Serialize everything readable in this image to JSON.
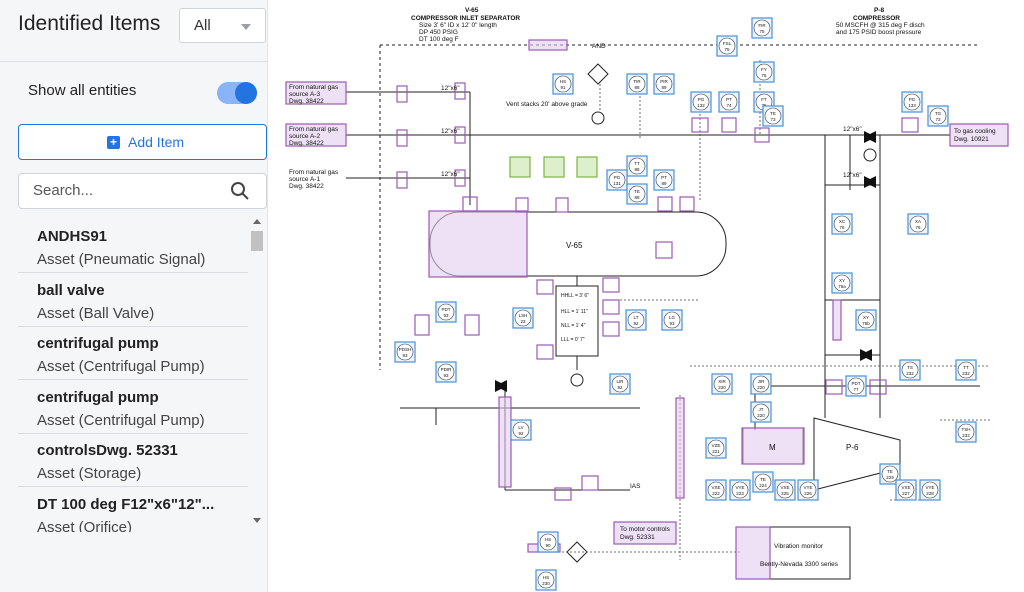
{
  "sidebar": {
    "title": "Identified Items",
    "filter": {
      "selected": "All"
    },
    "show_all": {
      "label": "Show all entities",
      "enabled": true
    },
    "add_item_label": "Add Item",
    "search_placeholder": "Search...",
    "items": [
      {
        "name": "ANDHS91",
        "type": "Asset (Pneumatic Signal)"
      },
      {
        "name": "ball valve",
        "type": "Asset (Ball Valve)"
      },
      {
        "name": "centrifugal pump",
        "type": "Asset (Centrifugal Pump)"
      },
      {
        "name": "centrifugal pump",
        "type": "Asset (Centrifugal Pump)"
      },
      {
        "name": "controlsDwg. 52331",
        "type": "Asset (Storage)"
      },
      {
        "name": "DT 100 deg F12\"x6\"12\"...",
        "type": "Asset (Orifice)"
      }
    ]
  },
  "colors": {
    "accent": "#2374e1",
    "asset_highlight": "#c39bd3",
    "instrument_highlight": "#8fc7ee",
    "valve_highlight": "#a8d86e"
  },
  "diagram": {
    "separator_title": "V-65",
    "separator_subtitle": "COMPRESSOR INLET SEPARATOR",
    "separator_specs": [
      "Size 3' 6\" ID x 12' 0\" length",
      "DP 450 PSIG",
      "DT 100 deg F"
    ],
    "compressor_title": "P-8",
    "compressor_subtitle": "COMPRESSOR",
    "compressor_specs": [
      "50 MSCFH @ 315 deg F disch",
      "and 175 PSID boost pressure"
    ],
    "vent_note": "Vent stacks 20' above grade",
    "vessel_label": "V-65",
    "pump_label": "P-6",
    "motor_label": "M",
    "vibration_lines": [
      "Vibration monitor",
      "Bently-Nevada 3300 series"
    ],
    "motor_controls": [
      "To motor controls",
      "Dwg. 52331"
    ],
    "gas_cooling": [
      "To gas cooling",
      "Dwg. 10921"
    ],
    "sources": [
      [
        "From natural gas",
        "source A-3",
        "Dwg. 38422"
      ],
      [
        "From natural gas",
        "source A-2",
        "Dwg. 38422"
      ],
      [
        "From natural gas",
        "source A-1",
        "Dwg. 38422"
      ]
    ],
    "pipe_sizes": [
      "12\"x6\"",
      "12\"x6\"",
      "12\"x6\"",
      "12\"x6\"",
      "12\"x6\""
    ],
    "and_label": "AND",
    "ias_label": "IAS",
    "levels": [
      "HHLL = 3' 6\"",
      "HLL = 1' 11\"",
      "NLL = 1' 4\"",
      "LLL = 0' 7\""
    ],
    "instruments": [
      {
        "tag": "FIR",
        "num": "75"
      },
      {
        "tag": "FSL",
        "num": "75"
      },
      {
        "tag": "FY",
        "num": "75"
      },
      {
        "tag": "FT",
        "num": "75"
      },
      {
        "tag": "HS",
        "num": "91"
      },
      {
        "tag": "TIR",
        "num": "88"
      },
      {
        "tag": "PIR",
        "num": "89"
      },
      {
        "tag": "PG",
        "num": "132"
      },
      {
        "tag": "PT",
        "num": "74"
      },
      {
        "tag": "TE",
        "num": "73"
      },
      {
        "tag": "PG",
        "num": "133"
      },
      {
        "tag": "TG",
        "num": "73"
      },
      {
        "tag": "TT",
        "num": "88"
      },
      {
        "tag": "PT",
        "num": "89"
      },
      {
        "tag": "PG",
        "num": "131"
      },
      {
        "tag": "TE",
        "num": "88"
      },
      {
        "tag": "XC",
        "num": "76"
      },
      {
        "tag": "XA",
        "num": "76"
      },
      {
        "tag": "XY",
        "num": "76a"
      },
      {
        "tag": "XY",
        "num": "76b"
      },
      {
        "tag": "LT",
        "num": "92"
      },
      {
        "tag": "LG",
        "num": "93"
      },
      {
        "tag": "PDT",
        "num": "93"
      },
      {
        "tag": "LSH",
        "num": "23"
      },
      {
        "tag": "PDIR",
        "num": "93"
      },
      {
        "tag": "PDSH",
        "num": "93"
      },
      {
        "tag": "LIR",
        "num": "92"
      },
      {
        "tag": "LV",
        "num": "92"
      },
      {
        "tag": "XIR",
        "num": "220"
      },
      {
        "tag": "JIR",
        "num": "220"
      },
      {
        "tag": "JT",
        "num": "220"
      },
      {
        "tag": "PDT",
        "num": "77"
      },
      {
        "tag": "TS",
        "num": "232"
      },
      {
        "tag": "TT",
        "num": "232"
      },
      {
        "tag": "TSH",
        "num": "232"
      },
      {
        "tag": "VZE",
        "num": "221"
      },
      {
        "tag": "VXE",
        "num": "222"
      },
      {
        "tag": "VYE",
        "num": "223"
      },
      {
        "tag": "TE",
        "num": "224"
      },
      {
        "tag": "VXE",
        "num": "225"
      },
      {
        "tag": "VYE",
        "num": "226"
      },
      {
        "tag": "TE",
        "num": "229"
      },
      {
        "tag": "VXE",
        "num": "227"
      },
      {
        "tag": "VYE",
        "num": "228"
      },
      {
        "tag": "HS",
        "num": "230"
      },
      {
        "tag": "HS",
        "num": "90"
      }
    ]
  }
}
